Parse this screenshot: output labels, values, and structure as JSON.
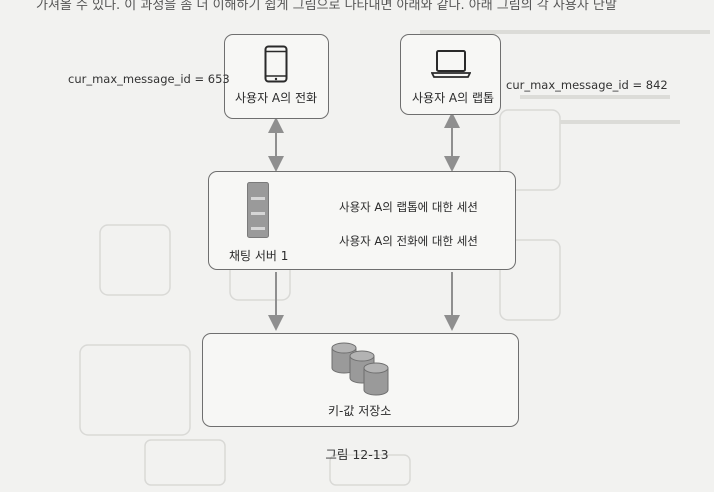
{
  "top_text": "가져올 수 있다. 이 과정을 좀 더 이해하기 쉽게 그림으로 나타내면 아래와 같다. 아래 그림의 각 사용자 단말",
  "phone": {
    "label": "사용자 A의 전화",
    "cur_max": "cur_max_message_id = 653"
  },
  "laptop": {
    "label": "사용자 A의 랩톱",
    "cur_max": "cur_max_message_id = 842"
  },
  "chat_server": {
    "label": "채팅 서버 1",
    "sessions": [
      "사용자 A의 랩톱에 대한 세션",
      "사용자 A의 전화에 대한 세션"
    ]
  },
  "kv_store": {
    "label": "키-값 저장소"
  },
  "caption": "그림 12-13"
}
